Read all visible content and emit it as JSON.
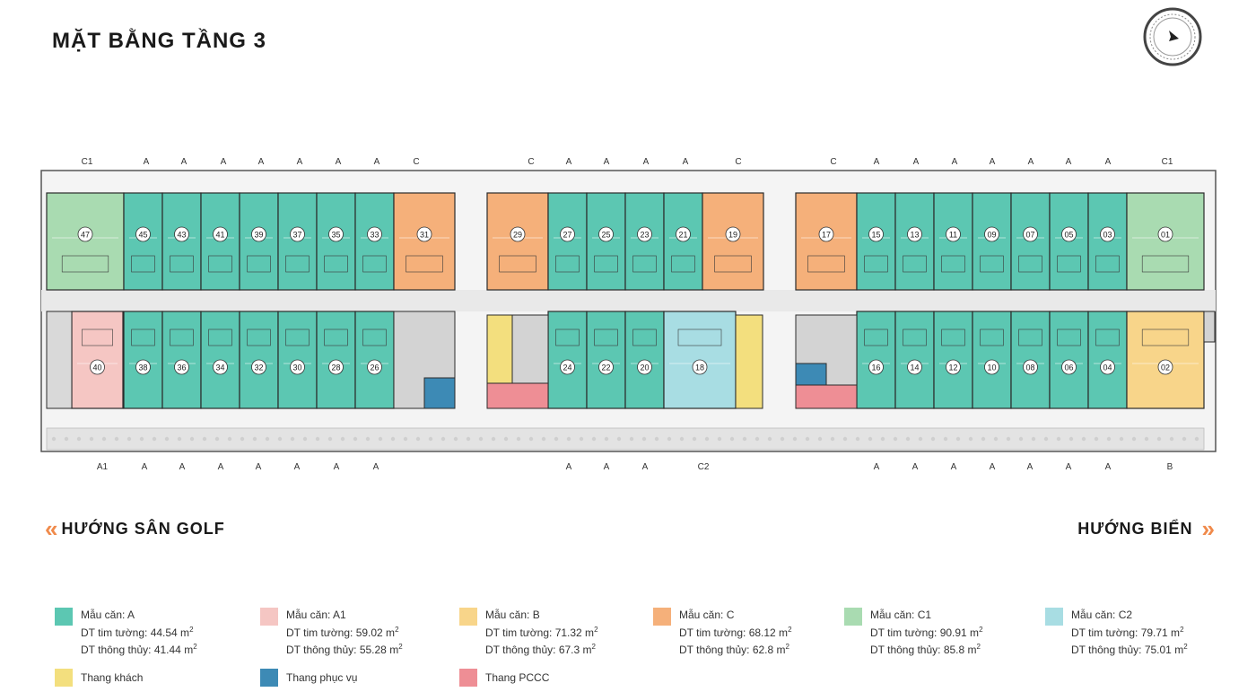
{
  "title": "MẶT BẰNG TẦNG 3",
  "top_labels": [
    "C1",
    "A",
    "A",
    "A",
    "A",
    "A",
    "A",
    "A",
    "C",
    "C",
    "A",
    "A",
    "A",
    "A",
    "C",
    "C",
    "A",
    "A",
    "A",
    "A",
    "A",
    "A",
    "A",
    "C1"
  ],
  "bottom_labels": [
    "A1",
    "A",
    "A",
    "A",
    "A",
    "A",
    "A",
    "A",
    "A",
    "A",
    "A",
    "C2",
    "A",
    "A",
    "A",
    "A",
    "A",
    "A",
    "A",
    "B"
  ],
  "units_top": [
    "47",
    "45",
    "43",
    "41",
    "39",
    "37",
    "35",
    "33",
    "31",
    "29",
    "27",
    "25",
    "23",
    "21",
    "19",
    "17",
    "15",
    "13",
    "11",
    "09",
    "07",
    "05",
    "03",
    "01"
  ],
  "units_bottom": [
    "40",
    "38",
    "36",
    "34",
    "32",
    "30",
    "28",
    "26",
    "24",
    "22",
    "20",
    "18",
    "16",
    "14",
    "12",
    "10",
    "08",
    "06",
    "04",
    "02"
  ],
  "direction_left": "HƯỚNG  SÂN GOLF",
  "direction_right": "HƯỚNG BIỂN",
  "colors": {
    "A": "#5cc7b2",
    "A1": "#f5c6c3",
    "B": "#f8d58a",
    "C": "#f5b07a",
    "C1": "#a9dbb1",
    "C2": "#a8dde3",
    "thang_khach": "#f3df7e",
    "thang_phuc_vu": "#3d8ab5",
    "thang_pccc": "#ee8e95",
    "corridor": "#e9e9e9",
    "wall": "#2b2b2b"
  },
  "legend": [
    {
      "key": "A",
      "name": "Mẫu căn: A",
      "tim": "DT tim tường: 44.54 m",
      "thuy": "DT thông thủy: 41.44 m"
    },
    {
      "key": "A1",
      "name": "Mẫu căn: A1",
      "tim": "DT tim tường: 59.02 m",
      "thuy": "DT thông thủy: 55.28 m"
    },
    {
      "key": "B",
      "name": "Mẫu căn: B",
      "tim": "DT tim tường: 71.32 m",
      "thuy": "DT thông thủy: 67.3 m"
    },
    {
      "key": "C",
      "name": "Mẫu căn: C",
      "tim": "DT tim tường: 68.12 m",
      "thuy": "DT thông thủy: 62.8 m"
    },
    {
      "key": "C1",
      "name": "Mẫu căn: C1",
      "tim": "DT tim tường: 90.91 m",
      "thuy": "DT thông thủy: 85.8 m"
    },
    {
      "key": "C2",
      "name": "Mẫu căn: C2",
      "tim": "DT tim tường: 79.71 m",
      "thuy": "DT thông thủy: 75.01 m"
    }
  ],
  "legend2": [
    {
      "key": "thang_khach",
      "name": "Thang khách"
    },
    {
      "key": "thang_phuc_vu",
      "name": "Thang phục vụ"
    },
    {
      "key": "thang_pccc",
      "name": "Thang PCCC"
    }
  ],
  "area_unit_sup": "2"
}
